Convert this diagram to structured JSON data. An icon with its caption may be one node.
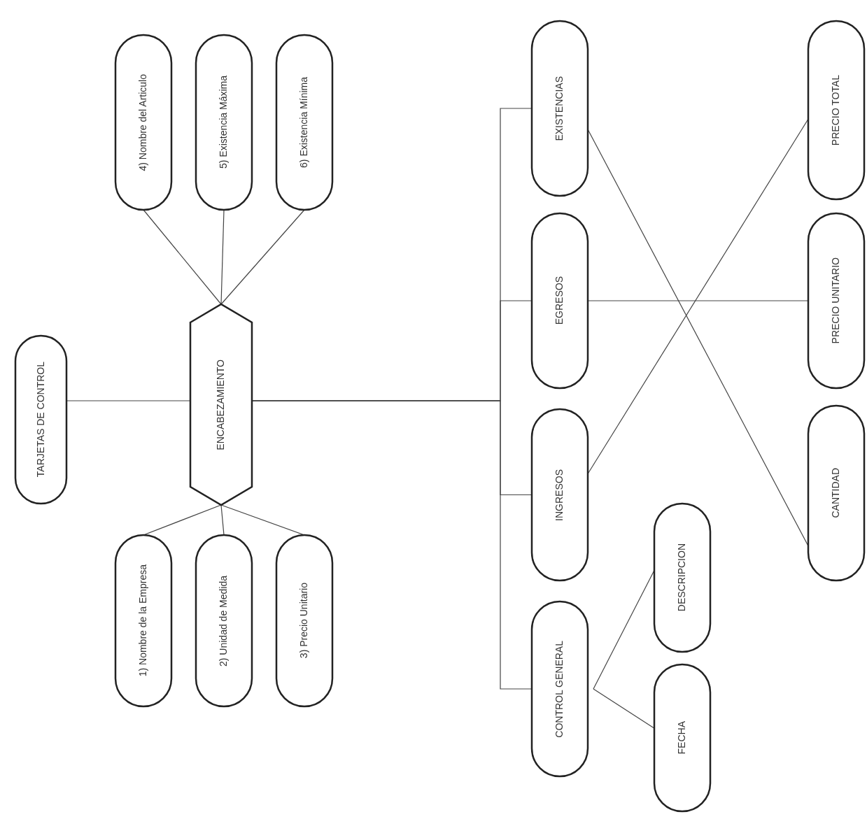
{
  "diagram": {
    "nodes": [
      {
        "text": [
          "TARJETAS DE CONTROL"
        ]
      },
      {
        "text": [
          "ENCABEZAMIENTO"
        ]
      },
      {
        "text": [
          "1) Nombre de la Empresa"
        ]
      },
      {
        "text": [
          "2) Unidad de Medida"
        ]
      },
      {
        "text": [
          "3) Precio Unitario"
        ]
      },
      {
        "text": [
          "4) Nombre del Articulo"
        ]
      },
      {
        "text": [
          "5) Existencia Máxima"
        ]
      },
      {
        "text": [
          "6) Existencia Mínima"
        ]
      },
      {
        "text": [
          "EXISTENCIAS"
        ]
      },
      {
        "text": [
          "EGRESOS"
        ]
      },
      {
        "text": [
          "INGRESOS"
        ]
      },
      {
        "text": [
          "CONTROL GENERAL"
        ]
      },
      {
        "text": [
          "DESCRIPCION"
        ]
      },
      {
        "text": [
          "FECHA"
        ]
      },
      {
        "text": [
          "PRECIO TOTAL"
        ]
      },
      {
        "text": [
          "PRECIO UNITARIO"
        ]
      },
      {
        "text": [
          "CANTIDAD"
        ]
      }
    ],
    "edges": [
      {
        "from": 0,
        "to": 1,
        "arrow": "none"
      },
      {
        "from": 1,
        "to": 2,
        "arrow": "none"
      },
      {
        "from": 1,
        "to": 3,
        "arrow": "none"
      },
      {
        "from": 1,
        "to": 4,
        "arrow": "none"
      },
      {
        "from": 1,
        "to": 5,
        "arrow": "none"
      },
      {
        "from": 1,
        "to": 6,
        "arrow": "none"
      },
      {
        "from": 1,
        "to": 7,
        "arrow": "none"
      },
      {
        "from": 1,
        "to": 8,
        "arrow": "none"
      },
      {
        "from": 1,
        "to": 9,
        "arrow": "none"
      },
      {
        "from": 1,
        "to": 10,
        "arrow": "none"
      },
      {
        "from": 1,
        "to": 11,
        "arrow": "none"
      },
      {
        "from": 11,
        "to": 12,
        "arrow": "none"
      },
      {
        "from": 11,
        "to": 13,
        "arrow": "none"
      },
      {
        "from": 8,
        "to": 16,
        "arrow": "none"
      },
      {
        "from": 9,
        "to": 15,
        "arrow": "none"
      },
      {
        "from": 10,
        "to": 14,
        "arrow": "none"
      }
    ]
  }
}
